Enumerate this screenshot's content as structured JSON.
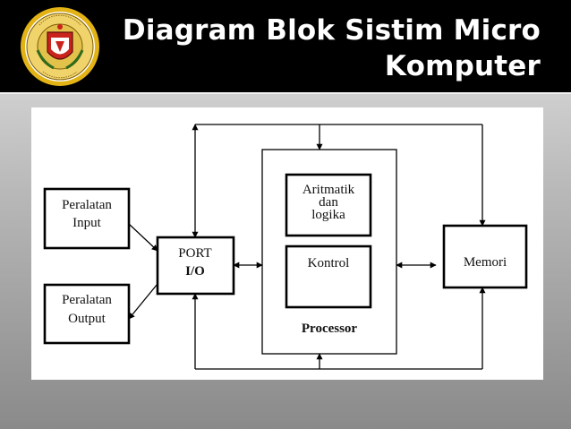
{
  "slide": {
    "title_line1": "Diagram Blok Sistim Micro",
    "title_line2": "Komputer",
    "logo": {
      "icon": "university-seal-icon",
      "lettering_top": "SEKOLAH TINGGI MANAJEMEN INFORMATIKA DAN KOMPUTER",
      "lettering_bottom": "SURAKARTA"
    }
  },
  "diagram": {
    "peralatan_input": [
      "Peralatan",
      "Input"
    ],
    "peralatan_output": [
      "Peralatan",
      "Output"
    ],
    "port": [
      "PORT",
      "I/O"
    ],
    "aritmatik": [
      "Aritmatik",
      "dan",
      "logika"
    ],
    "kontrol": "Kontrol",
    "processor": "Processor",
    "memori": "Memori"
  },
  "colors": {
    "header_bg": "#000000",
    "title": "#ffffff",
    "panel": "#ffffff",
    "lines": "#000000"
  }
}
